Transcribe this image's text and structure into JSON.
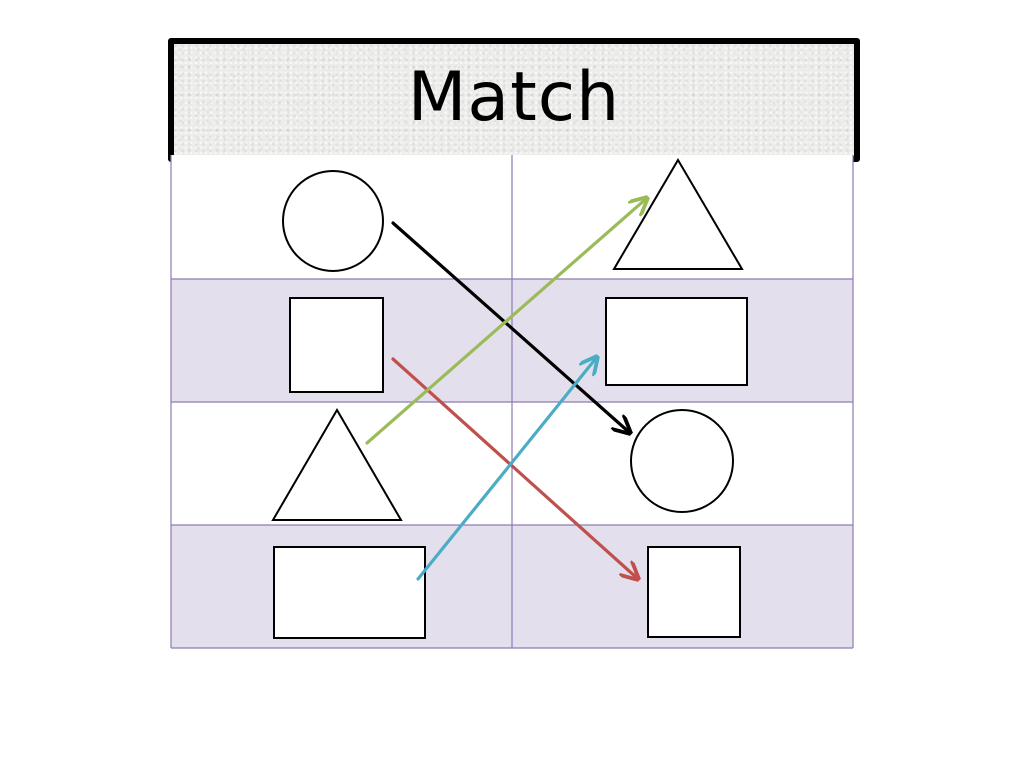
{
  "title": "Match",
  "colors": {
    "row_light": "#ffffff",
    "row_shaded": "#e4dfec",
    "grid_line": "#8e7bb3",
    "shape_stroke": "#000000",
    "title_border": "#000000"
  },
  "left_column": [
    "circle",
    "square",
    "triangle",
    "rectangle"
  ],
  "right_column": [
    "triangle",
    "rectangle",
    "circle",
    "square"
  ],
  "connections": [
    {
      "from_shape": "circle",
      "to_shape": "circle",
      "color": "#000000"
    },
    {
      "from_shape": "square",
      "to_shape": "square",
      "color": "#c0504d"
    },
    {
      "from_shape": "triangle",
      "to_shape": "triangle",
      "color": "#9bbb59"
    },
    {
      "from_shape": "rectangle",
      "to_shape": "rectangle",
      "color": "#4bacc6"
    }
  ]
}
